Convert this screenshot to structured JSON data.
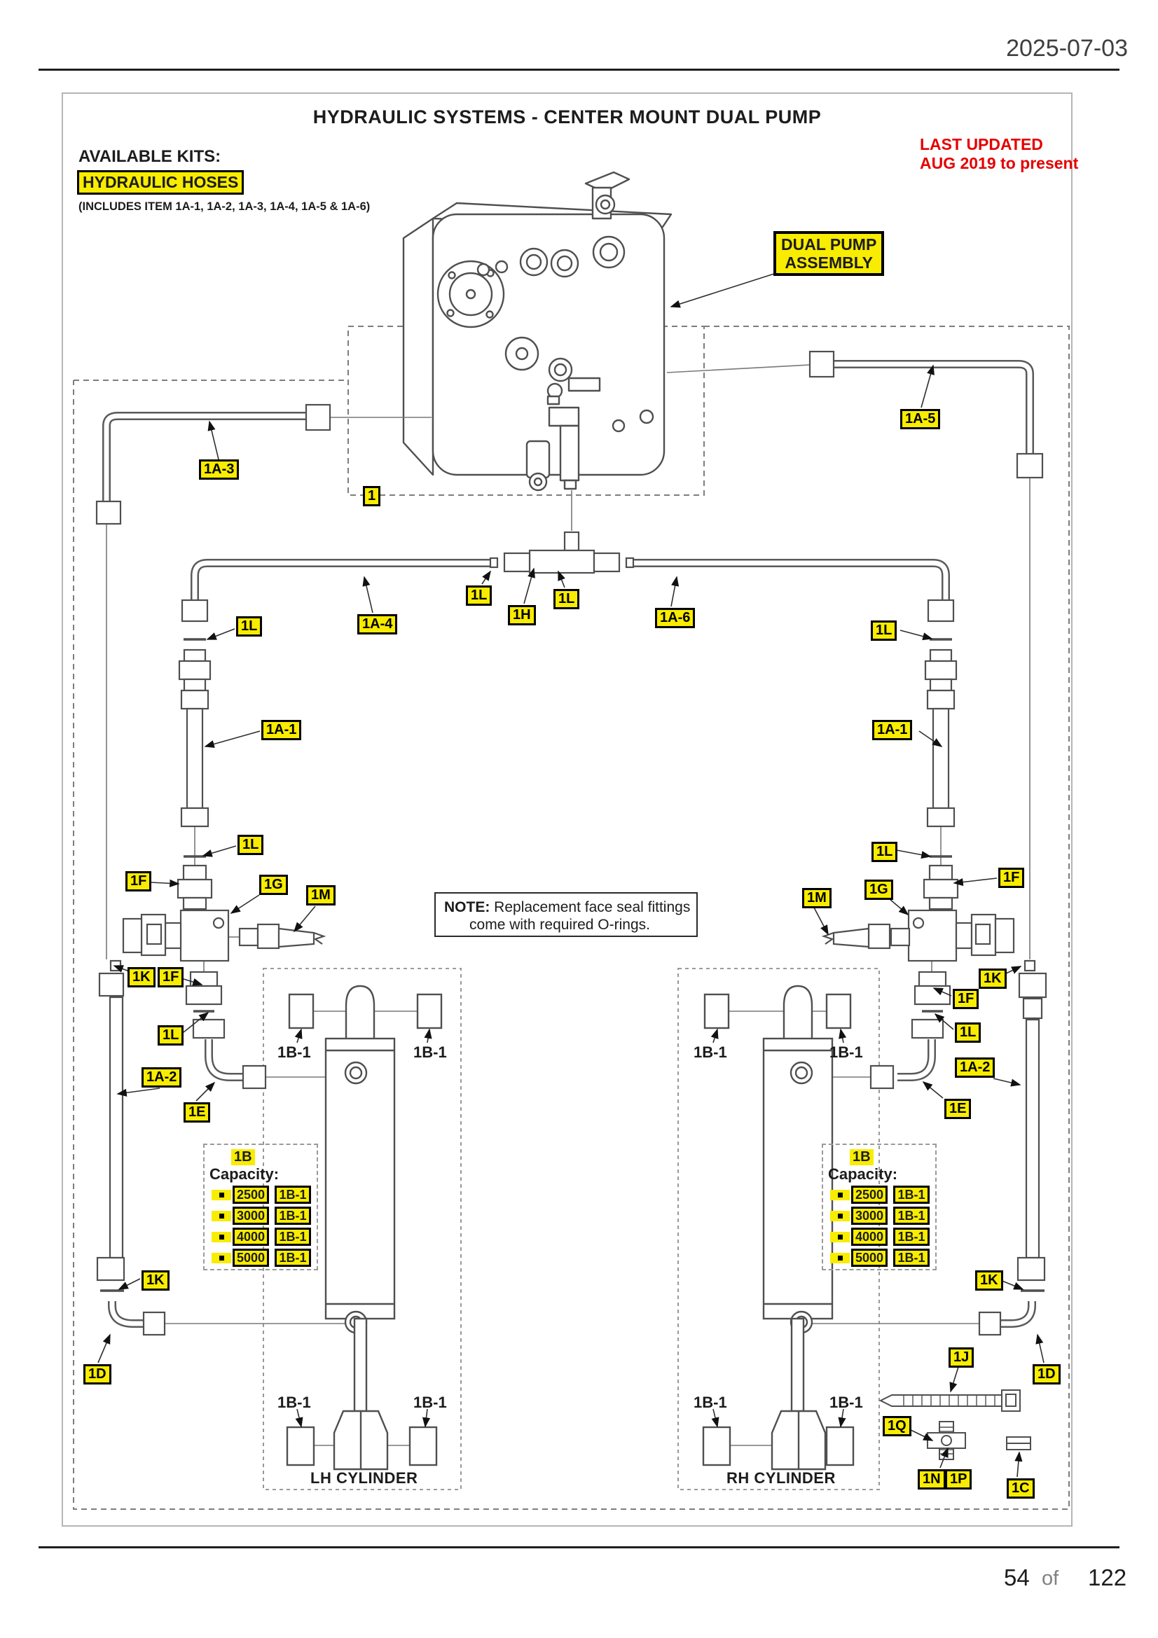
{
  "colors": {
    "highlight": "#f8ec00",
    "red": "#e60000"
  },
  "page": {
    "date": "2025-07-03",
    "page_number": "54",
    "of_label": "of",
    "total_pages": "122"
  },
  "header": {
    "title": "HYDRAULIC SYSTEMS - CENTER MOUNT DUAL PUMP",
    "last_updated_line1": "LAST UPDATED",
    "last_updated_line2": "AUG 2019 to present"
  },
  "kits": {
    "heading": "AVAILABLE KITS:",
    "kit_name": "HYDRAULIC HOSES",
    "includes": "(INCLUDES ITEM 1A-1, 1A-2, 1A-3, 1A-4, 1A-5 & 1A-6)"
  },
  "pump_label": {
    "line1": "DUAL PUMP",
    "line2": "ASSEMBLY"
  },
  "note": {
    "label": "NOTE:",
    "line1": "Replacement face seal fittings",
    "line2": "come with required O-rings."
  },
  "callouts": {
    "item_1": "1",
    "hose_1a1": "1A-1",
    "hose_1a2": "1A-2",
    "hose_1a3": "1A-3",
    "hose_1a4": "1A-4",
    "hose_1a5": "1A-5",
    "hose_1a6": "1A-6",
    "tee_1h": "1H",
    "seal_1l": "1L",
    "fitting_1f": "1F",
    "manifold_1g": "1G",
    "hose_1m": "1M",
    "nipple_1k": "1K",
    "elbow_1e": "1E",
    "elbow_1d": "1D",
    "tie_1j": "1J",
    "cross_1q": "1Q",
    "fitting_1n": "1N",
    "fitting_1p": "1P",
    "spacer_1c": "1C"
  },
  "parts": {
    "port_fitting": "1B-1"
  },
  "cylinders": {
    "left": "LH CYLINDER",
    "right": "RH CYLINDER"
  },
  "capacity": {
    "kit_id": "1B",
    "heading": "Capacity:",
    "rows": [
      {
        "value": "2500",
        "part": "1B-1"
      },
      {
        "value": "3000",
        "part": "1B-1"
      },
      {
        "value": "4000",
        "part": "1B-1"
      },
      {
        "value": "5000",
        "part": "1B-1"
      }
    ]
  }
}
